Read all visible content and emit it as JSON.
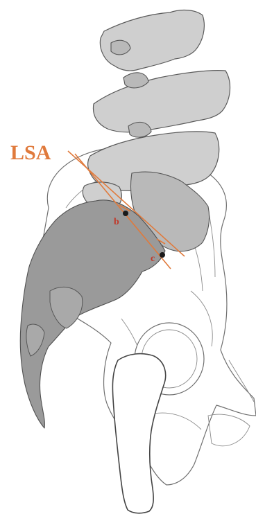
{
  "figure": {
    "angle_label": "LSA",
    "point_b": "b",
    "point_c": "c",
    "colors": {
      "accent": "#e07a3c",
      "point_label": "#c0392b",
      "vertebra": "#cfcfcf",
      "sacrum": "#9a9a9a"
    }
  }
}
